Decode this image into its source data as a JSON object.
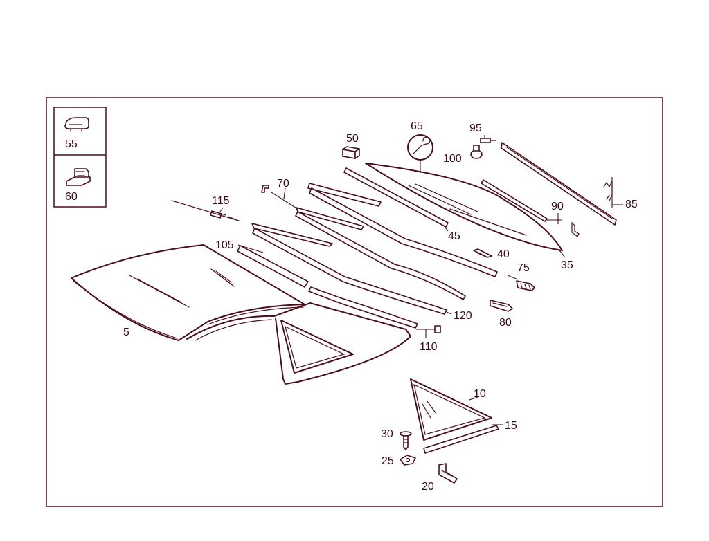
{
  "inset_labels": [
    "55",
    "60"
  ],
  "callouts": {
    "c5": "5",
    "c10": "10",
    "c15": "15",
    "c20": "20",
    "c25": "25",
    "c30": "30",
    "c35": "35",
    "c40": "40",
    "c45": "45",
    "c50": "50",
    "c65": "65",
    "c70": "70",
    "c75": "75",
    "c80": "80",
    "c85": "85",
    "c90": "90",
    "c95": "95",
    "c100": "100",
    "c105": "105",
    "c110": "110",
    "c115": "115",
    "c120": "120"
  },
  "colors": {
    "line": "#4a0e1a",
    "text": "#3a0a14",
    "background": "#ffffff"
  },
  "icons": {
    "c65": "wrench-icon"
  }
}
